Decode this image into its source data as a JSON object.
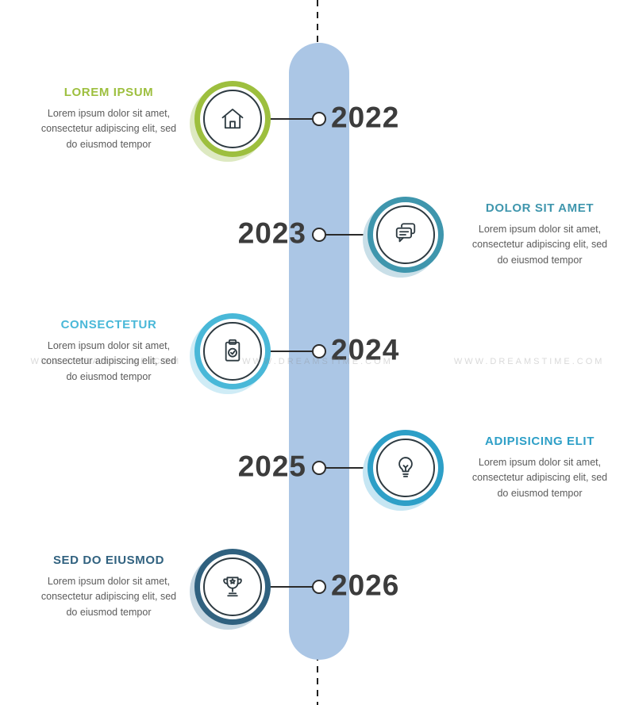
{
  "timeline": {
    "axis_color": "#1f1f1f",
    "pill_color": "#abc6e5",
    "dot_fill": "#ffffff",
    "dot_border": "#2d2d2d",
    "year_color": "#3c3c3c"
  },
  "watermark": {
    "text": "www.dreamstime.com"
  },
  "entries": [
    {
      "year": "2022",
      "side": "left",
      "heading": "LOREM IPSUM",
      "body_lines": [
        "Lorem ipsum dolor sit amet,",
        "consectetur adipiscing elit, sed",
        "do eiusmod tempor"
      ],
      "icon": "home-icon",
      "accent": "#9dbf3e",
      "tint": "#dde9c1"
    },
    {
      "year": "2023",
      "side": "right",
      "heading": "DOLOR SIT AMET",
      "body_lines": [
        "Lorem ipsum dolor sit amet,",
        "consectetur adipiscing elit, sed",
        "do eiusmod tempor"
      ],
      "icon": "chat-icon",
      "accent": "#3f96ad",
      "tint": "#c9dfe8"
    },
    {
      "year": "2024",
      "side": "left",
      "heading": "CONSECTETUR",
      "body_lines": [
        "Lorem ipsum dolor sit amet,",
        "consectetur adipiscing elit, sed",
        "do eiusmod tempor"
      ],
      "icon": "clipboard-icon",
      "accent": "#49b8d8",
      "tint": "#cfecf6"
    },
    {
      "year": "2025",
      "side": "right",
      "heading": "ADIPISICING ELIT",
      "body_lines": [
        "Lorem ipsum dolor sit amet,",
        "consectetur adipiscing elit, sed",
        "do eiusmod tempor"
      ],
      "icon": "bulb-icon",
      "accent": "#2d9fc7",
      "tint": "#c6e6f3"
    },
    {
      "year": "2026",
      "side": "left",
      "heading": "SED DO EIUSMOD",
      "body_lines": [
        "Lorem ipsum dolor sit amet,",
        "consectetur adipiscing elit, sed",
        "do eiusmod tempor"
      ],
      "icon": "trophy-icon",
      "accent": "#30617f",
      "tint": "#c6d7e2"
    }
  ]
}
